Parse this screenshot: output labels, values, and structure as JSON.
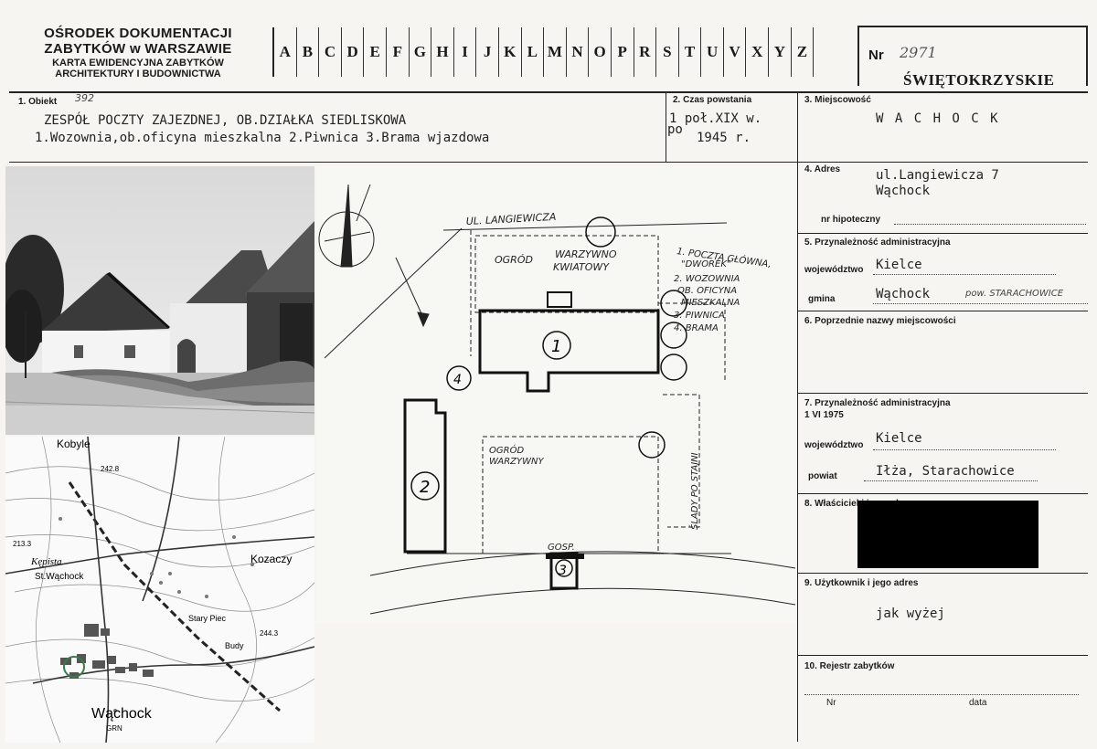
{
  "header": {
    "org_line1": "OŚRODEK DOKUMENTACJI",
    "org_line2": "ZABYTKÓW w WARSZAWIE",
    "org_line3": "KARTA EWIDENCYJNA ZABYTKÓW",
    "org_line4": "ARCHITEKTURY I BUDOWNICTWA",
    "letters": [
      "A",
      "B",
      "C",
      "D",
      "E",
      "F",
      "G",
      "H",
      "I",
      "J",
      "K",
      "L",
      "M",
      "N",
      "O",
      "P",
      "R",
      "S",
      "T",
      "U",
      "V",
      "X",
      "Y",
      "Z"
    ],
    "nr_label": "Nr",
    "nr_value": "2971",
    "region": "ŚWIĘTOKRZYSKIE"
  },
  "fields": {
    "obiekt_label": "1. Obiekt",
    "obiekt_hand": "392",
    "obiekt_line1": "ZESPÓŁ POCZTY ZAJEZDNEJ, OB.DZIAŁKA SIEDLISKOWA",
    "obiekt_line2": "1.Wozownia,ob.oficyna mieszkalna 2.Piwnica 3.Brama wjazdowa",
    "czas_label": "2. Czas powstania",
    "czas_line1": "1 poł.XIX w.",
    "czas_line2": "po",
    "czas_line3": "1945 r.",
    "miejsc_label": "3. Miejscowość",
    "miejsc_value": "W A C H O C K",
    "adres_label": "4. Adres",
    "adres_line1": "ul.Langiewicza 7",
    "adres_line2": "Wąchock",
    "hipot_label": "nr hipoteczny",
    "przyn_label": "5. Przynależność administracyjna",
    "woj_label": "województwo",
    "woj_value": "Kielce",
    "gmina_label": "gmina",
    "gmina_value": "Wąchock",
    "gmina_hand": "pow. STARACHOWICE",
    "poprz_label": "6. Poprzednie nazwy miejscowości",
    "przyn75_label": "7. Przynależność administracyjna",
    "przyn75_date": "1 VI 1975",
    "woj75_label": "województwo",
    "woj75_value": "Kielce",
    "powiat_label": "powiat",
    "powiat_value": "Iłża, Starachowice",
    "wlasc_label": "8. Właściciel i jego adres",
    "uzyt_label": "9. Użytkownik i jego adres",
    "uzyt_value": "jak wyżej",
    "rejestr_label": "10. Rejestr zabytków",
    "nr_label": "Nr",
    "data_label": "data"
  },
  "plan": {
    "street": "UL. LANGIEWICZA",
    "ogrod1": "OGRÓD",
    "ogrod1b": "WARZYWNO",
    "ogrod1c": "KWIATOWY",
    "ogrod2": "OGRÓD",
    "ogrod2b": "WARZYWNY",
    "slady": "ŚLADY PO STAJNI",
    "gosp": "GOSP.",
    "legend1": "1. POCZTA GŁÓWNA,",
    "legend1b": "\"DWOREK\"",
    "legend2": "2. WOZOWNIA",
    "legend2b": "OB. OFICYNA",
    "legend2c": "MIESZKALNA",
    "legend3": "3. PIWNICA",
    "legend4": "4. BRAMA",
    "n1": "1",
    "n2": "2",
    "n3": "3",
    "n4": "4"
  },
  "map": {
    "kobyle": "Kobyle",
    "kepista": "Kępista",
    "stwachock": "St.Wąchock",
    "kozaczy": "Kozaczy",
    "starypiec": "Stary Piec",
    "budy": "Budy",
    "wachock": "Wąchock",
    "grn": "GRN",
    "h1": "242.8",
    "h2": "213.3",
    "h3": "244.3"
  }
}
